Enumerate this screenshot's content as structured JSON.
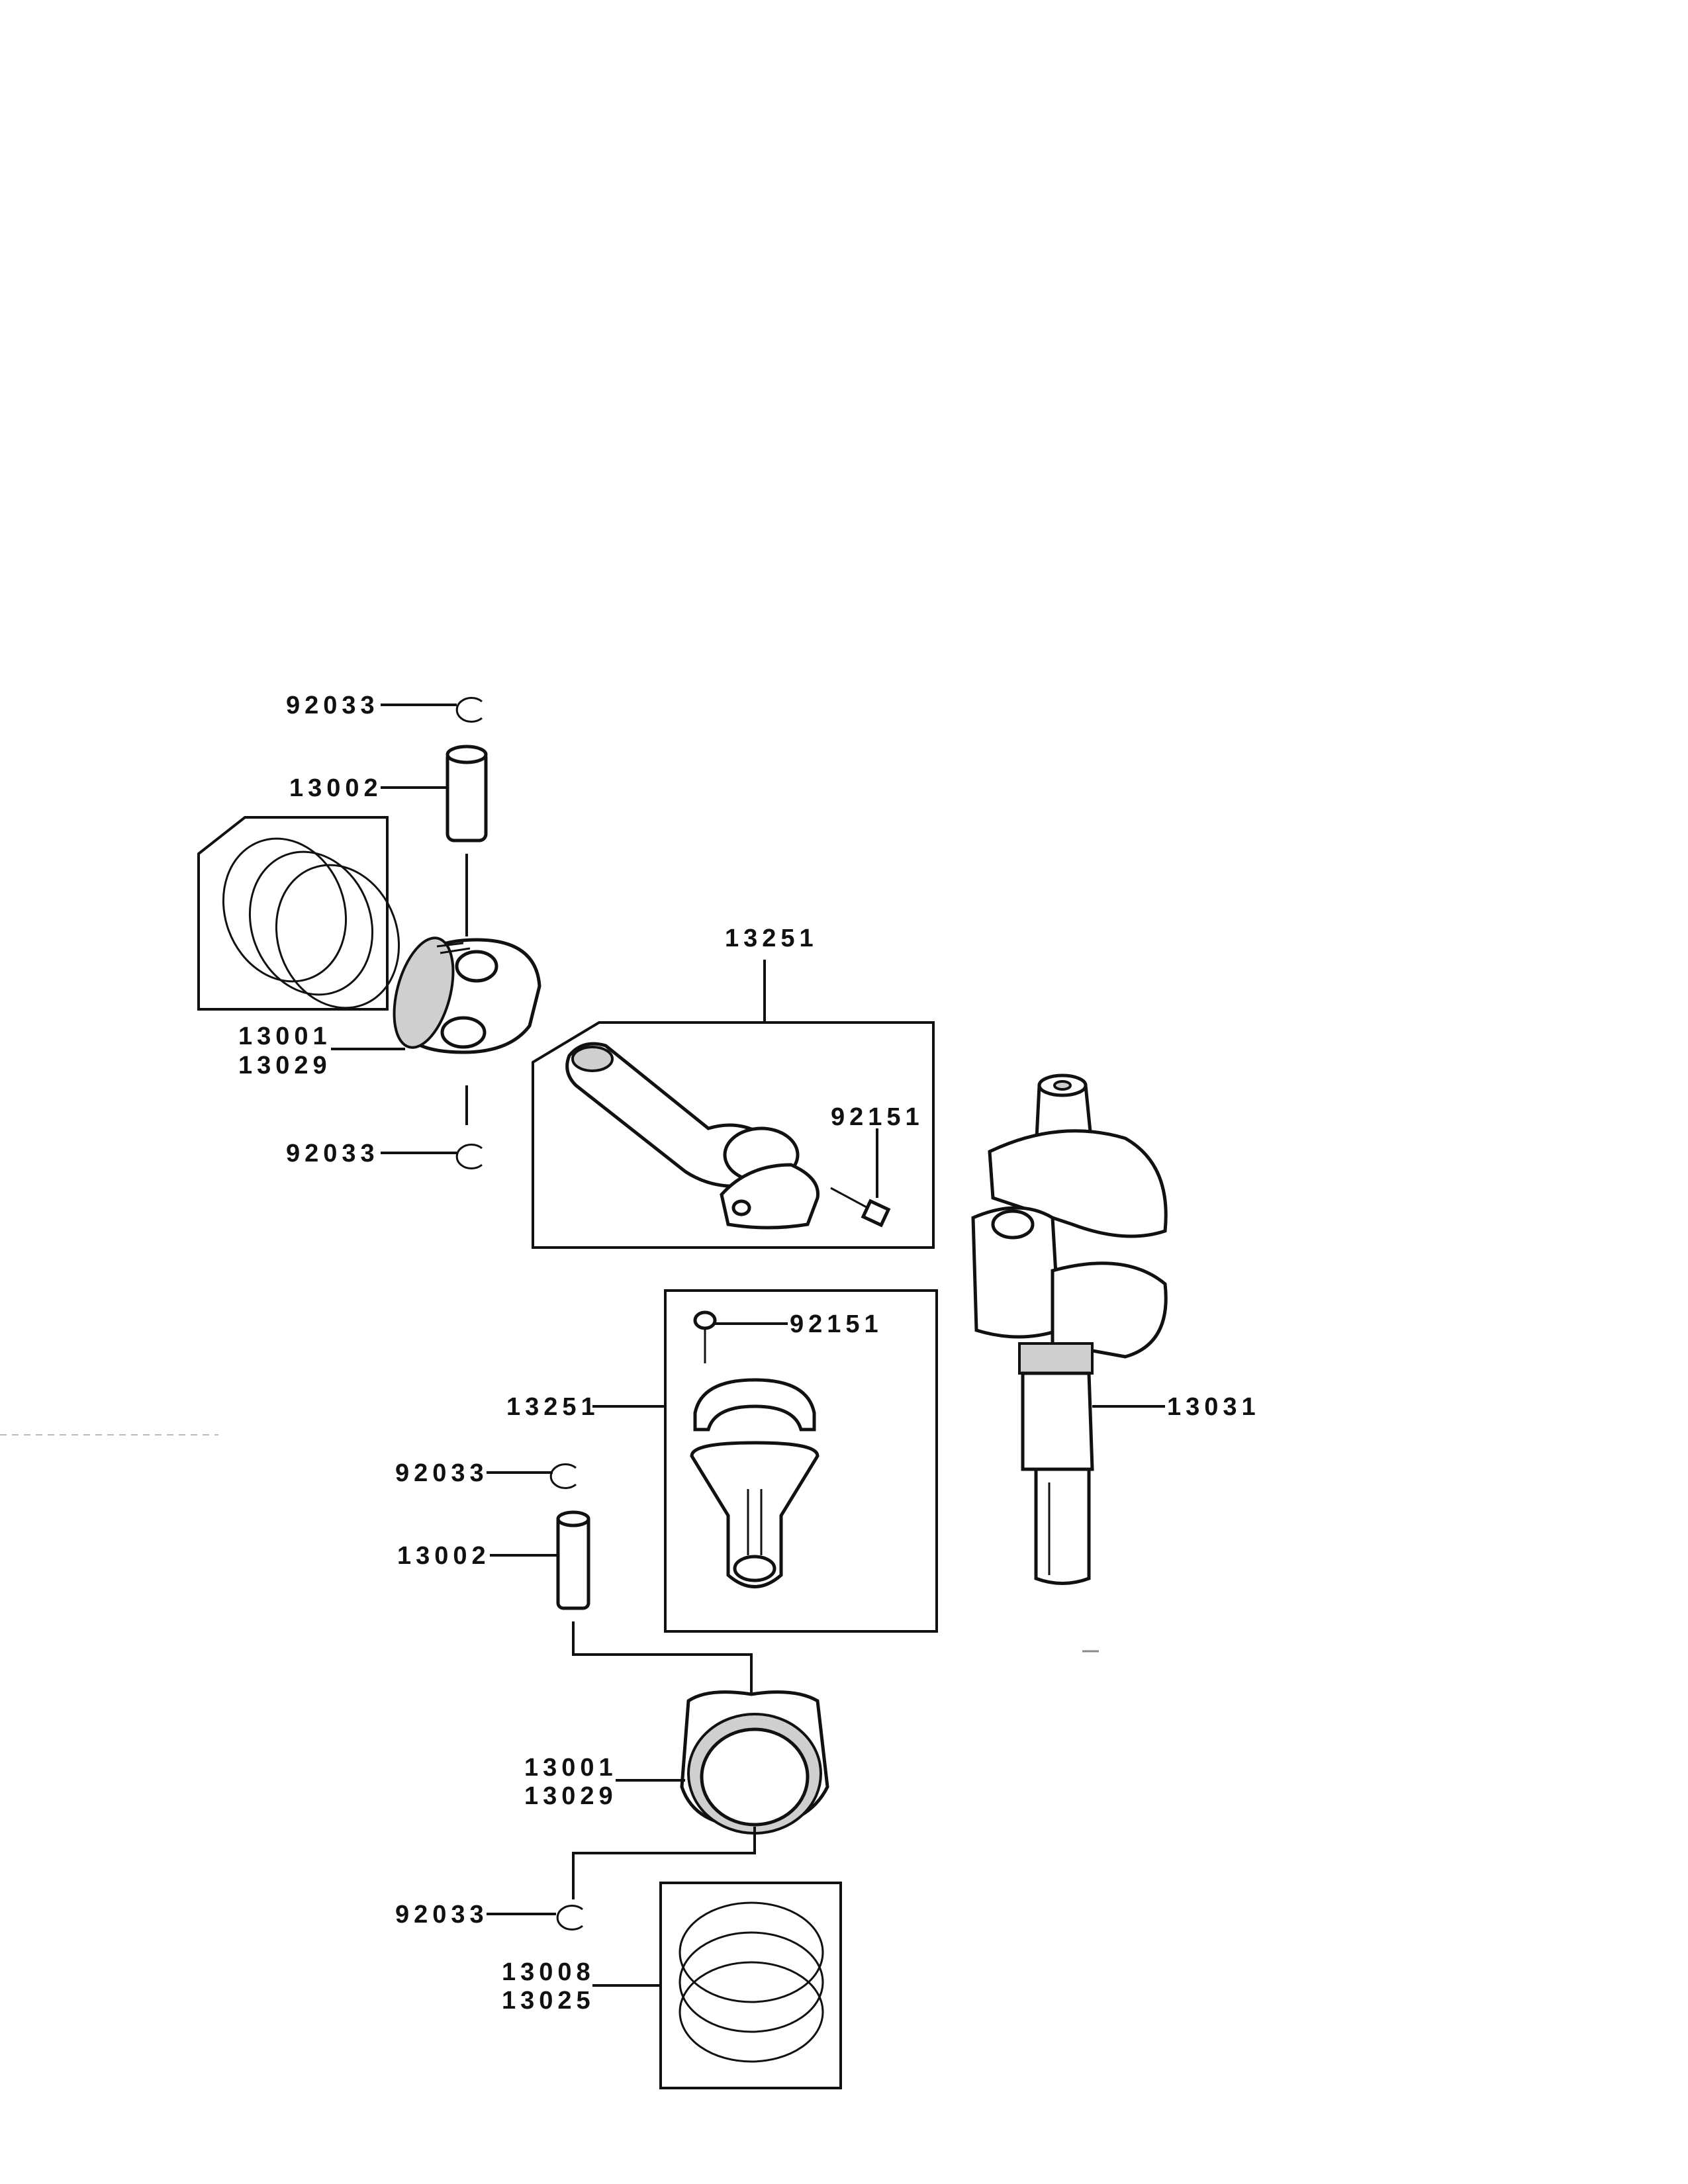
{
  "callouts": {
    "upper_circlip_top": "92033",
    "upper_pin": "13002",
    "upper_piston_a": "13001",
    "upper_piston_b": "13029",
    "upper_circlip_bottom": "92033",
    "upper_rod": "13251",
    "upper_rod_bolt": "92151",
    "lower_rod_bolt": "92151",
    "lower_rod": "13251",
    "crankshaft": "13031",
    "lower_circlip_top": "92033",
    "lower_pin": "13002",
    "lower_piston_a": "13001",
    "lower_piston_b": "13029",
    "lower_circlip_bottom": "92033",
    "lower_rings_a": "13008",
    "lower_rings_b": "13025"
  }
}
